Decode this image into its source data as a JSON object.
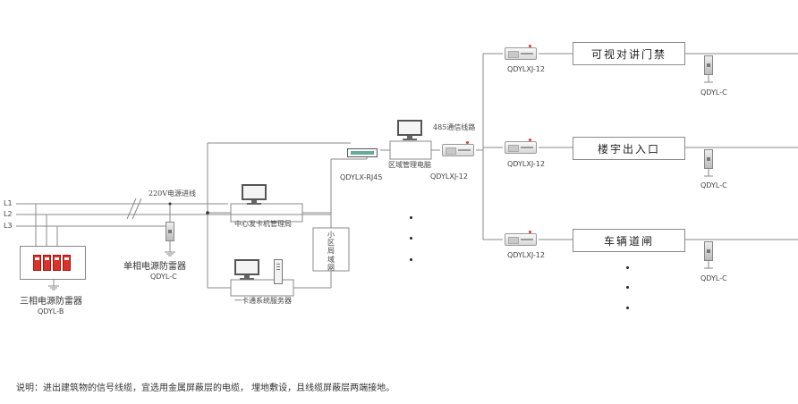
{
  "lines": {
    "l1": "L1",
    "l2": "L2",
    "l3": "L3"
  },
  "three_phase_spd": {
    "name": "三相电源防雷器",
    "model": "QDYL-B"
  },
  "single_phase_spd": {
    "name": "单相电源防雷器",
    "model": "QDYL-C"
  },
  "power_line_label": "220V电源进线",
  "card_issue_pc": "中心发卡机管理局",
  "card_server": "一卡通系统服务器",
  "lan": "小区局域网",
  "rj45": "QDYLX-RJ45",
  "area_pc": "区域管理电脑",
  "bus_485": "485通信线路",
  "main_signal_spd": "QDYLXJ-12",
  "branches": [
    {
      "system": "可视对讲门禁",
      "signal_spd": "QDYLXJ-12",
      "power_spd": "QDYL-C"
    },
    {
      "system": "楼宇出入口",
      "signal_spd": "QDYLXJ-12",
      "power_spd": "QDYL-C"
    },
    {
      "system": "车辆道闸",
      "signal_spd": "QDYLXJ-12",
      "power_spd": "QDYL-C"
    }
  ],
  "note": "说明：进出建筑物的信号线缆，宜选用金属屏蔽层的电缆，  埋地敷设，且线缆屏蔽层两端接地。",
  "icons": [
    "monitor-icon",
    "server-tower-icon",
    "surge-protector-icon",
    "ground-icon",
    "rj45-protector-icon"
  ],
  "colors": {
    "line": "#8a8a8a",
    "spd_red": "#d9332b",
    "text": "#333333"
  }
}
